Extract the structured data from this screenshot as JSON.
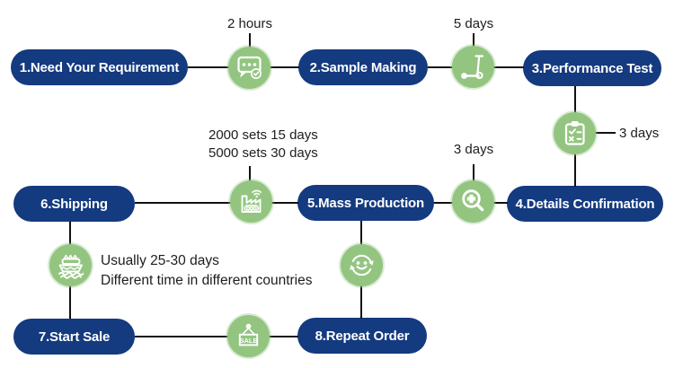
{
  "colors": {
    "pill_bg": "#143A7F",
    "pill_text": "#FFFFFF",
    "icon_bg": "#93C581",
    "icon_fg": "#FFFFFF",
    "line_color": "#111111",
    "label_color": "#1D1D1D"
  },
  "steps": [
    {
      "label": "1.Need Your Requirement"
    },
    {
      "label": "2.Sample Making"
    },
    {
      "label": "3.Performance Test"
    },
    {
      "label": "4.Details Confirmation"
    },
    {
      "label": "5.Mass Production"
    },
    {
      "label": "6.Shipping"
    },
    {
      "label": "7.Start Sale"
    },
    {
      "label": "8.Repeat Order"
    }
  ],
  "annotations": {
    "requirement_to_sample": "2 hours",
    "sample_to_test": "5 days",
    "test_to_confirmation": "3 days",
    "confirmation_to_production": "3 days",
    "mass_production": [
      "2000 sets 15 days",
      "5000 sets 30 days"
    ],
    "shipping": [
      "Usually 25-30 days",
      "Different time in different countries"
    ]
  },
  "icons": {
    "names": [
      "chat-check",
      "scooter",
      "clipboard-checklist",
      "factory",
      "magnifier-plus",
      "ship",
      "smiley-refresh",
      "sale-sign"
    ],
    "sale_sign_text": "SALE"
  }
}
